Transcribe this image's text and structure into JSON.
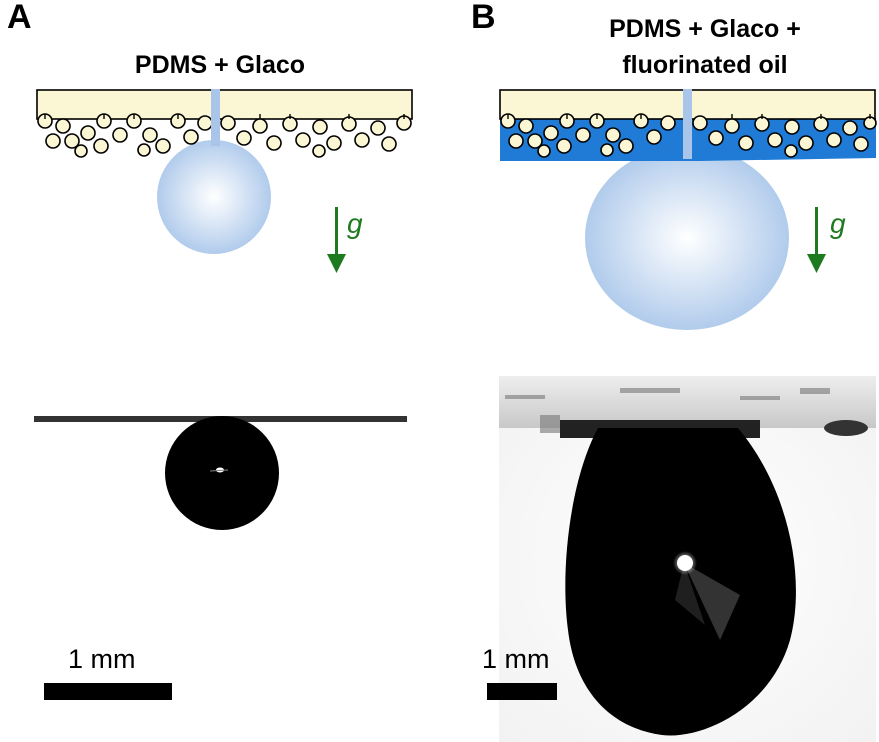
{
  "panels": [
    {
      "letter": "A",
      "title": "PDMS + Glaco",
      "gravity_symbol": "g",
      "scale_label": "1 mm"
    },
    {
      "letter": "B",
      "title_line1": "PDMS + Glaco +",
      "title_line2": "fluorinated oil",
      "gravity_symbol": "g",
      "scale_label": "1 mm"
    }
  ],
  "colors": {
    "substrate_fill": "#fbf6d3",
    "bead_fill": "#fbf6d3",
    "droplet_center": "#ffffff",
    "droplet_edge": "#a9c6ea",
    "oil_blue": "#1f7bd6",
    "gravity_green": "#1e7a1e",
    "photo_drop": "#000000"
  }
}
